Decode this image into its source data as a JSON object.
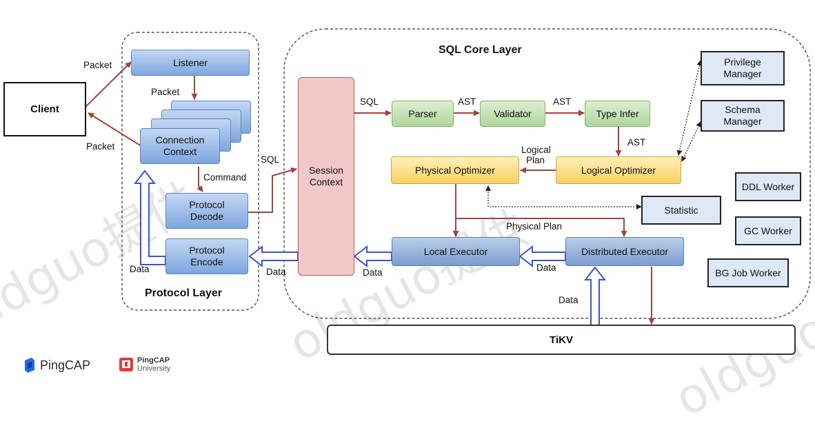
{
  "diagram": {
    "client": "Client",
    "protocol_layer": {
      "title": "Protocol Layer",
      "listener": "Listener",
      "connection_context": [
        "Connection",
        "Context"
      ],
      "protocol_decode": [
        "Protocol",
        "Decode"
      ],
      "protocol_encode": [
        "Protocol",
        "Encode"
      ]
    },
    "session_context": [
      "Session",
      "Context"
    ],
    "sql_core_layer": {
      "title": "SQL Core Layer",
      "parser": "Parser",
      "validator": "Validator",
      "type_infer": "Type Infer",
      "logical_optimizer": "Logical Optimizer",
      "physical_optimizer": "Physical Optimizer",
      "local_executor": "Local Executor",
      "distributed_executor": "Distributed Executor",
      "privilege_manager": [
        "Privilege",
        "Manager"
      ],
      "schema_manager": [
        "Schema",
        "Manager"
      ],
      "statistic": "Statistic",
      "ddl_worker": "DDL Worker",
      "gc_worker": "GC Worker",
      "bg_job_worker": "BG Job Worker"
    },
    "tikv": "TiKV",
    "edge_labels": {
      "packet_in": "Packet",
      "packet_out": "Packet",
      "packet_internal": "Packet",
      "command": "Command",
      "sql_to_session": "SQL",
      "sql_to_parser": "SQL",
      "ast_1": "AST",
      "ast_2": "AST",
      "ast_3": "AST",
      "logical_plan": [
        "Logical",
        "Plan"
      ],
      "physical_plan": "Physical Plan",
      "data_protocol": "Data",
      "data_session": "Data",
      "data_local": "Data",
      "data_distributed": "Data",
      "data_tikv": "Data"
    }
  },
  "logos": {
    "pingcap": "PingCAP",
    "university_top": "PingCAP",
    "university_bottom": "University"
  },
  "watermark": "oldguo提供",
  "colors": {
    "arrow_red": "#a0433f",
    "arrow_blue": "#3c52d6"
  }
}
